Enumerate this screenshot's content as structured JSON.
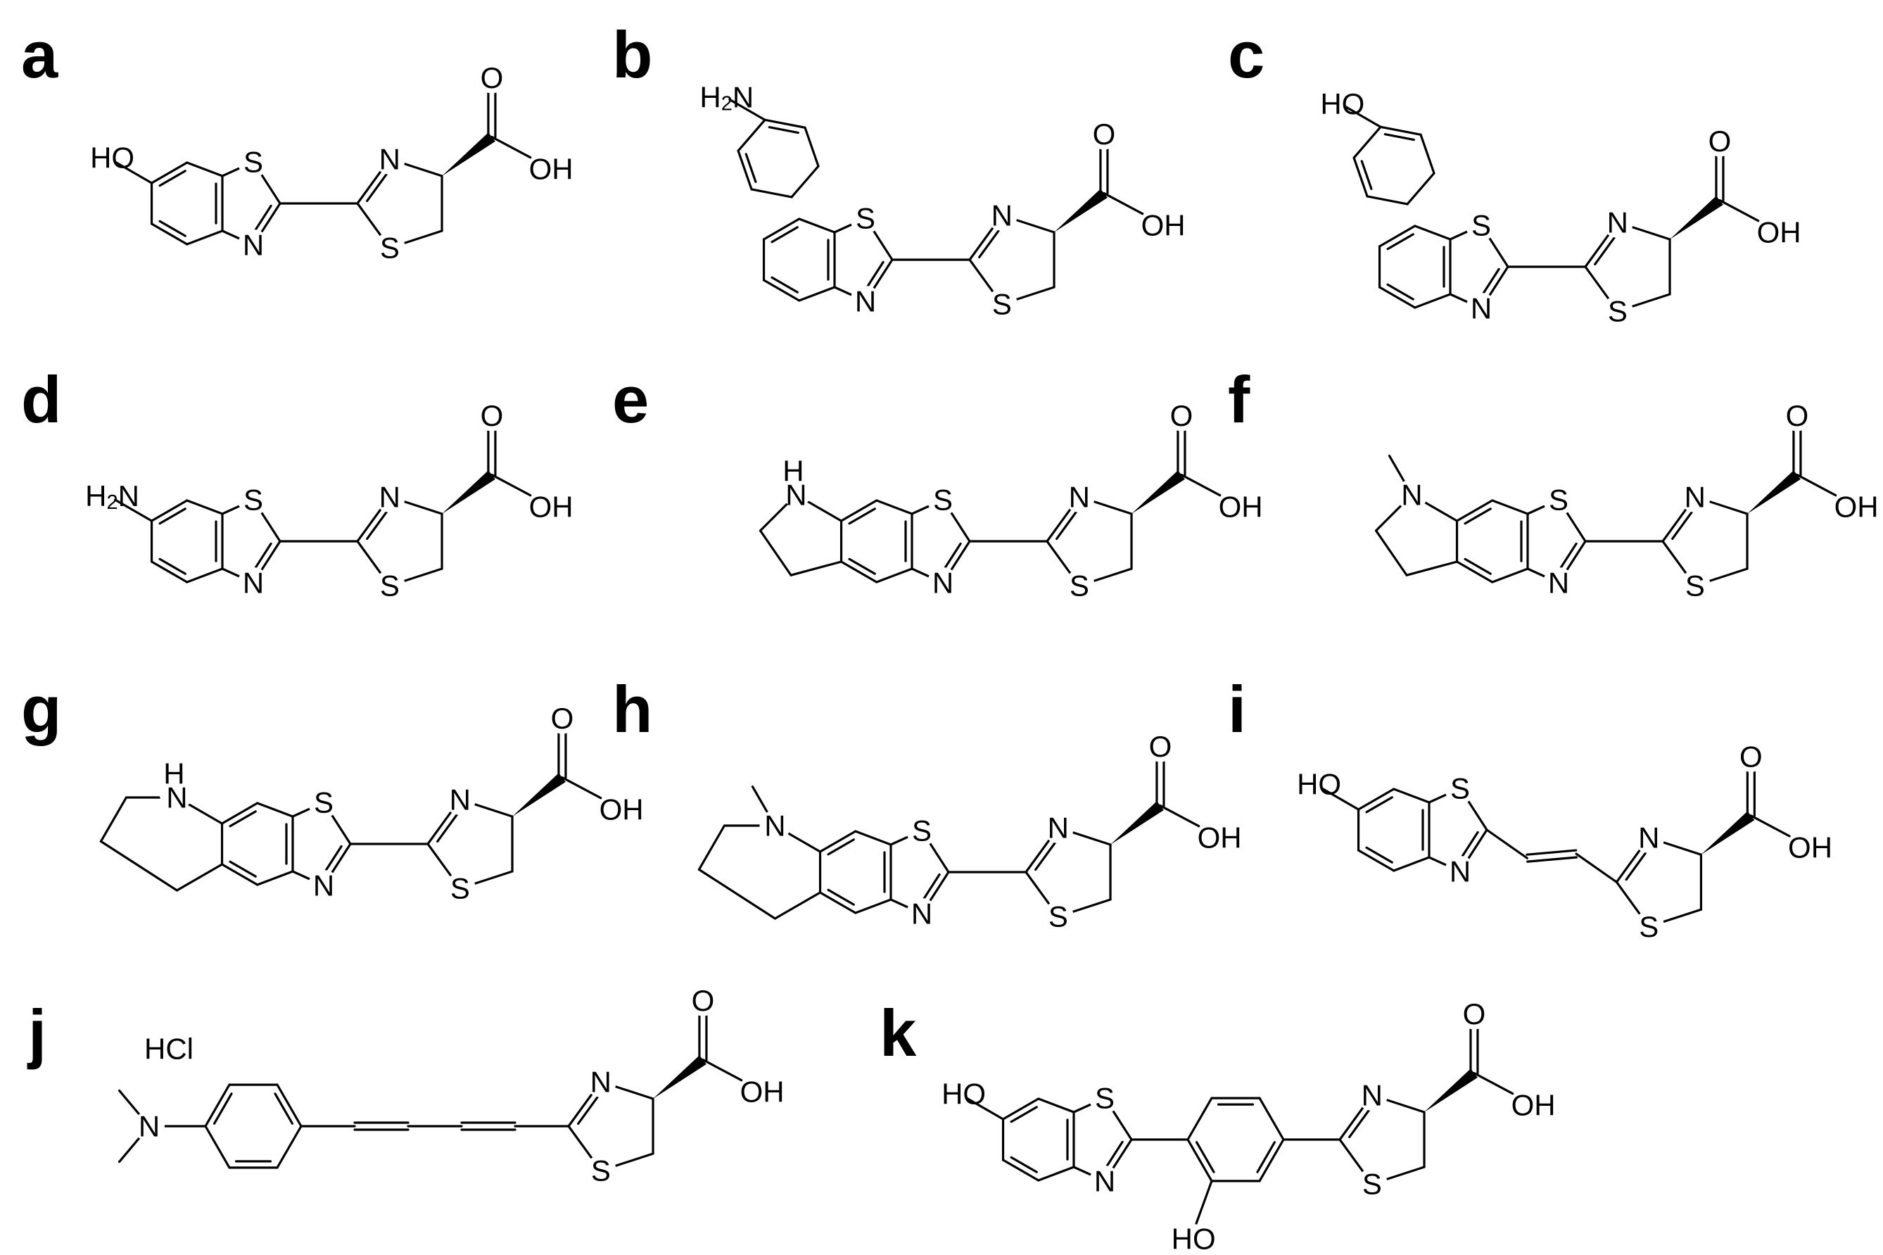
{
  "figure": {
    "panels": [
      {
        "id": "a",
        "letter": "a",
        "labels": {
          "hydroxyl": "HO"
        }
      },
      {
        "id": "b",
        "letter": "b",
        "labels": {
          "amine": "H2N"
        }
      },
      {
        "id": "c",
        "letter": "c",
        "labels": {
          "hydroxyl": "HO"
        }
      },
      {
        "id": "d",
        "letter": "d",
        "labels": {
          "amine": "H2N"
        }
      },
      {
        "id": "e",
        "letter": "e",
        "labels": {
          "ring_nh": "H\nN"
        }
      },
      {
        "id": "f",
        "letter": "f",
        "labels": {
          "ring_n": "N"
        }
      },
      {
        "id": "g",
        "letter": "g",
        "labels": {
          "ring_nh": "H\nN"
        }
      },
      {
        "id": "h",
        "letter": "h",
        "labels": {
          "ring_n": "N"
        }
      },
      {
        "id": "i",
        "letter": "i",
        "labels": {
          "hydroxyl": "HO"
        }
      },
      {
        "id": "j",
        "letter": "j",
        "labels": {
          "salt": "HCl",
          "amine_n": "N"
        }
      },
      {
        "id": "k",
        "letter": "k",
        "labels": {
          "hydroxyl": "HO",
          "hydroxyl_2": "HO"
        }
      }
    ],
    "atom_labels": {
      "S": "S",
      "N": "N",
      "O": "O",
      "OH": "OH"
    },
    "colors": {
      "ink": "#000000",
      "background": "#ffffff"
    }
  }
}
